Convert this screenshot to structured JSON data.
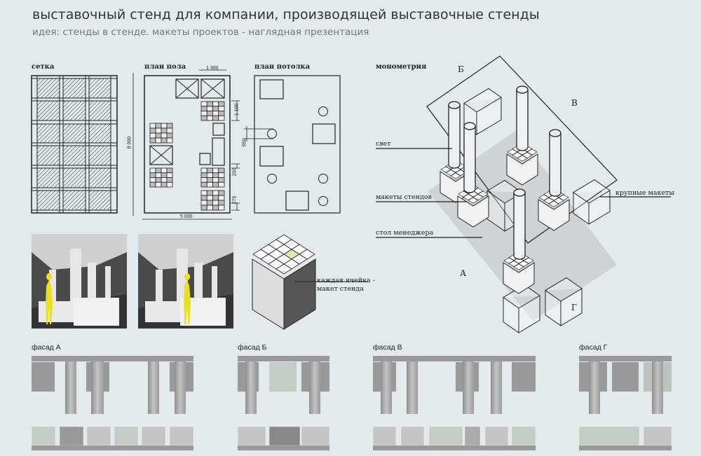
{
  "header": {
    "title": "выставочный стенд для компании, производящей выставочные стенды",
    "subtitle": "идея: стенды в стенде. макеты проектов - наглядная презентация"
  },
  "sections": {
    "grid": "сетка",
    "floor_plan": "план пола",
    "ceiling_plan": "план потолка",
    "monometry": "монометрия"
  },
  "dimensions": {
    "top": "1 300",
    "height": "8 000",
    "width": "5 000",
    "d1100": "1 100",
    "d550": "550",
    "d200": "200",
    "d275": "275"
  },
  "annotations": {
    "light": "свет",
    "stand_models": "макеты стендов",
    "manager_desk": "стол менеджера",
    "large_models": "крупные макеты",
    "cell_line1": "каждая ячейка -",
    "cell_line2": "макет стенда"
  },
  "sides": {
    "a": "А",
    "b": "Б",
    "v": "В",
    "g": "Г"
  },
  "facades": [
    "фасад А",
    "фасад Б",
    "фасад В",
    "фасад Г"
  ],
  "colors": {
    "background": "#e4e9ec",
    "figure": "#e8e020",
    "line": "#222222",
    "plate": "#cfd3d5"
  }
}
